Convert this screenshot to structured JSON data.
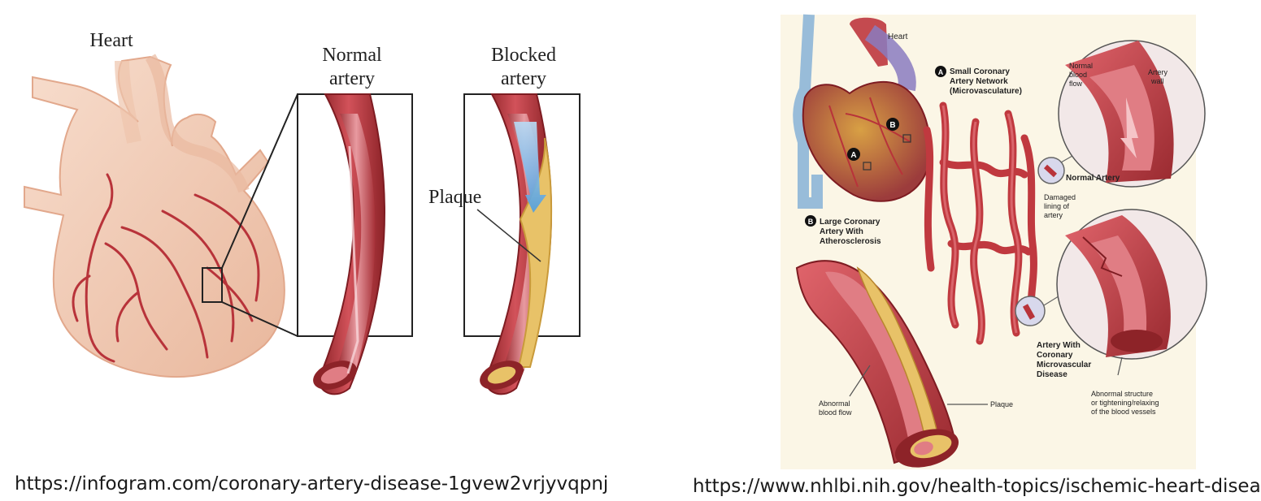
{
  "left_figure": {
    "heart_label": "Heart",
    "normal_label_line1": "Normal",
    "normal_label_line2": "artery",
    "blocked_label_line1": "Blocked",
    "blocked_label_line2": "artery",
    "plaque_label": "Plaque",
    "source_url": "https://infogram.com/coronary-artery-disease-1gvew2vrjyvqpnj"
  },
  "right_figure": {
    "heart_label": "Heart",
    "marker_a": "A",
    "marker_b": "B",
    "small_network_line1": "Small Coronary",
    "small_network_line2": "Artery Network",
    "small_network_line3": "(Microvasculature)",
    "normal_blood_flow_line1": "Normal",
    "normal_blood_flow_line2": "blood",
    "normal_blood_flow_line3": "flow",
    "artery_wall_line1": "Artery",
    "artery_wall_line2": "wall",
    "normal_artery": "Normal Artery",
    "damaged_lining_line1": "Damaged",
    "damaged_lining_line2": "lining of",
    "damaged_lining_line3": "artery",
    "large_artery_line1": "Large Coronary",
    "large_artery_line2": "Artery With",
    "large_artery_line3": "Atherosclerosis",
    "mvd_line1": "Artery With",
    "mvd_line2": "Coronary",
    "mvd_line3": "Microvascular",
    "mvd_line4": "Disease",
    "abnormal_flow_line1": "Abnormal",
    "abnormal_flow_line2": "blood flow",
    "plaque": "Plaque",
    "abnormal_structure_line1": "Abnormal structure",
    "abnormal_structure_line2": "or tightening/relaxing",
    "abnormal_structure_line3": "of the blood vessels",
    "source_url": "https://www.nhlbi.nih.gov/health-topics/ischemic-heart-disease"
  },
  "colors": {
    "artery_red": "#b8333a",
    "artery_dark": "#7e1c22",
    "heart_peach": "#f1c7b0",
    "plaque_yellow": "#e8c268",
    "flow_blue": "#6ab0e8",
    "panel_bg": "#fbf6e6"
  }
}
